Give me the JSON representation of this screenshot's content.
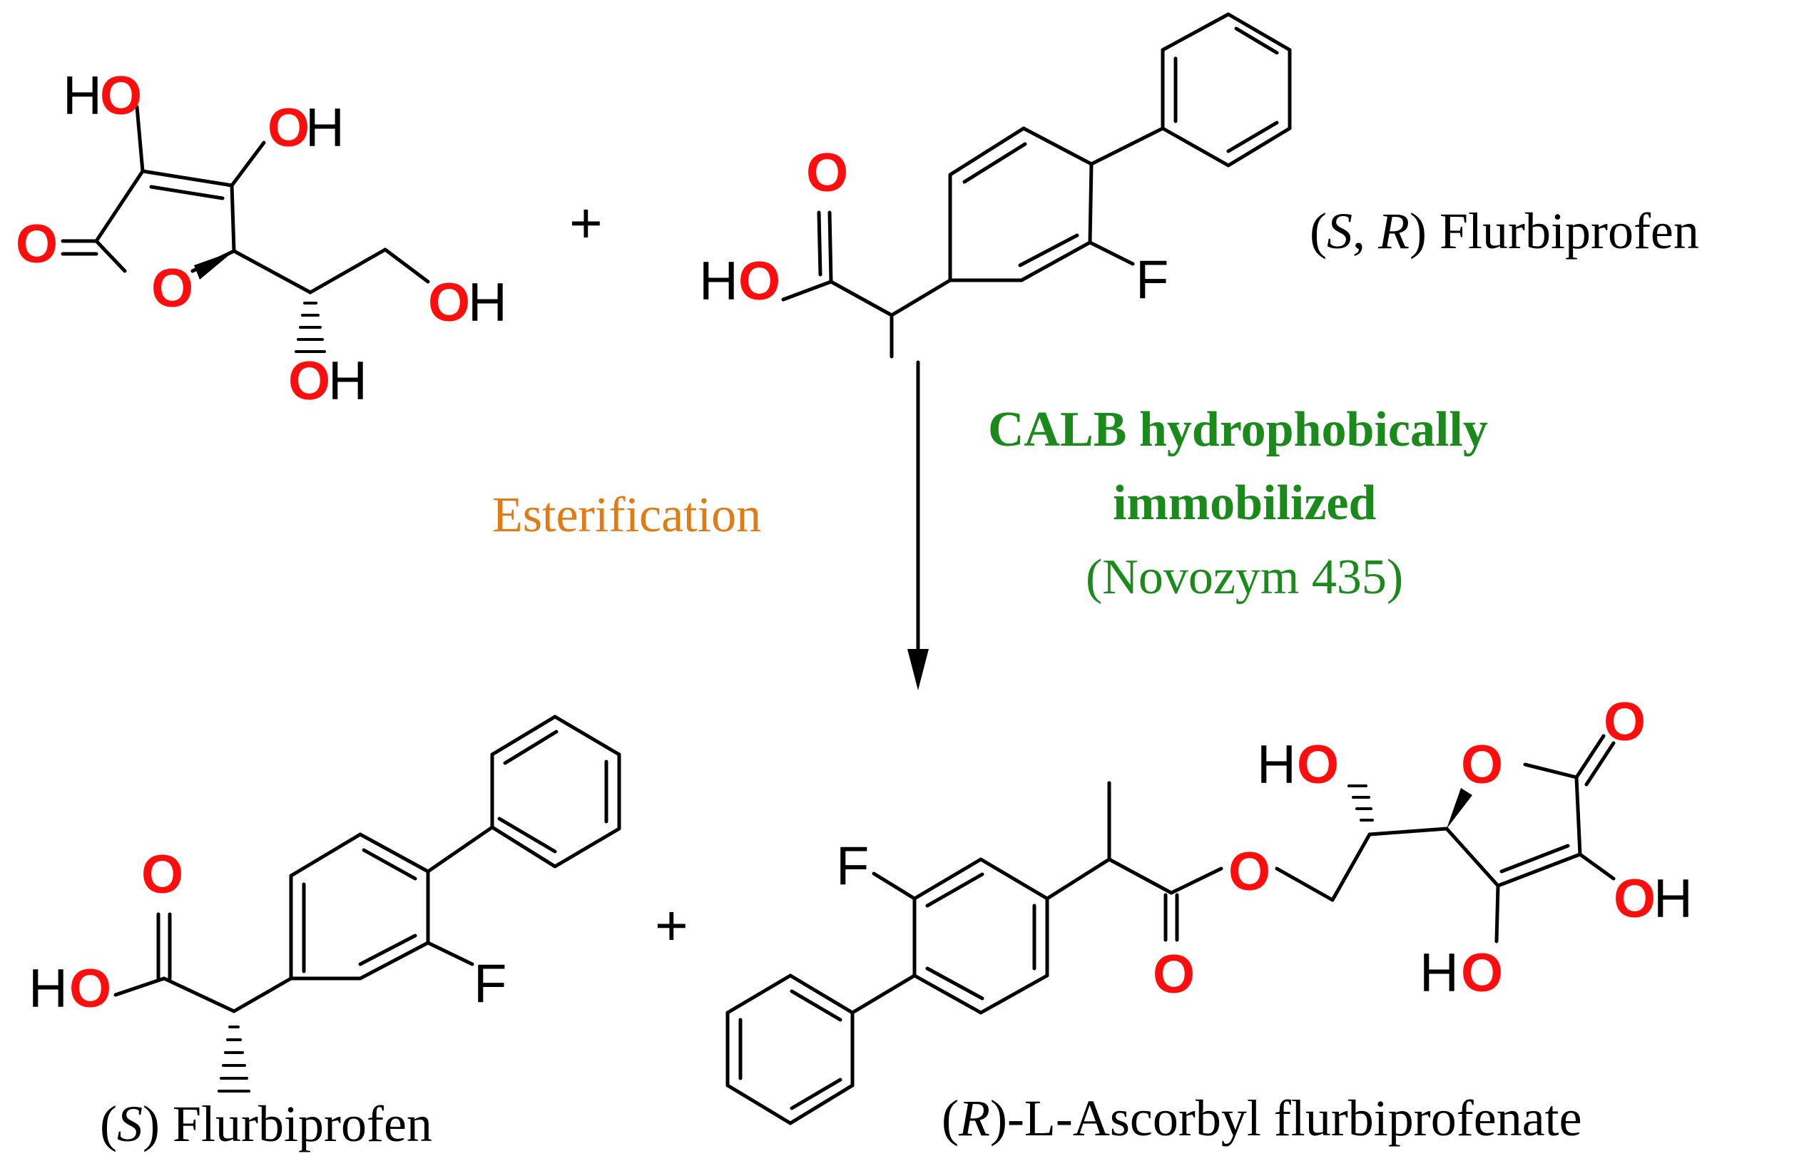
{
  "reaction": {
    "plus": "+",
    "arrow_label_left": "Esterification",
    "catalyst_line1": "CALB hydrophobically",
    "catalyst_line2": "immobilized",
    "catalyst_line3": "(Novozym 435)"
  },
  "reactant_racemate": {
    "caption_open": "(",
    "caption_s": "S",
    "caption_sep": ", ",
    "caption_r": "R",
    "caption_rest": ") Flurbiprofen"
  },
  "product_s": {
    "caption_open": "(",
    "caption_s": "S",
    "caption_rest": ") Flurbiprofen"
  },
  "product_ester": {
    "caption_open": "(",
    "caption_r": "R",
    "caption_rest": ")-L-Ascorbyl flurbiprofenate"
  },
  "atoms": {
    "H": "H",
    "O": "O",
    "F": "F"
  },
  "colors": {
    "oxygen": "#ff0d0d",
    "catalyst": "#1a8a1a",
    "process": "#e07b16",
    "bond": "#000000"
  }
}
